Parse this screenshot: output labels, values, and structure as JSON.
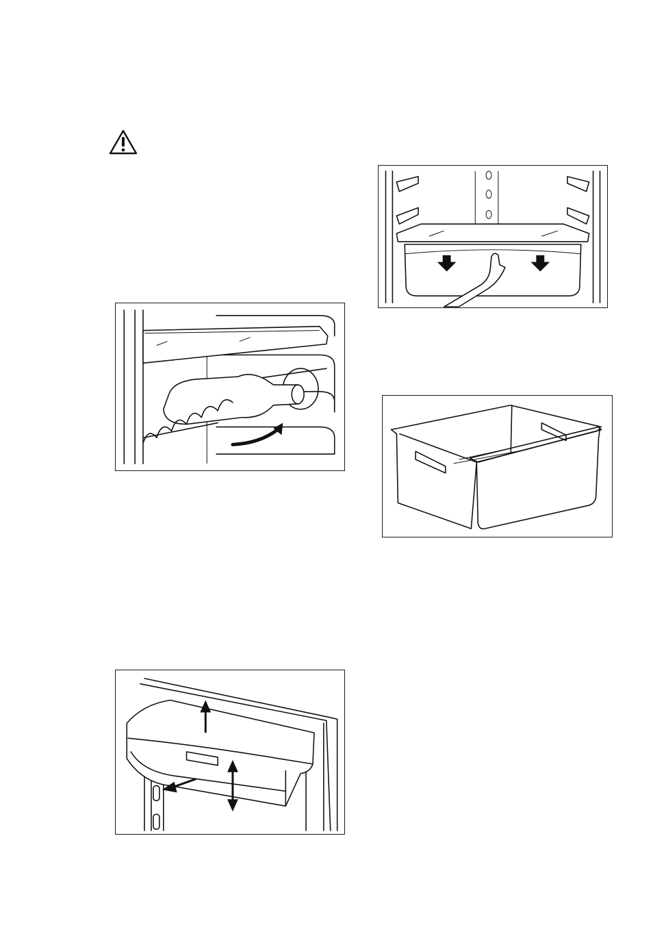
{
  "icons": {
    "warning": "warning-triangle-icon",
    "bottle_rack": "bottle-rack-illustration",
    "drawer_pull": "drawer-removal-illustration",
    "crisper": "crisper-drawer-illustration",
    "door_shelf": "door-shelf-illustration"
  },
  "colors": {
    "line": "#111111",
    "background": "#ffffff"
  }
}
